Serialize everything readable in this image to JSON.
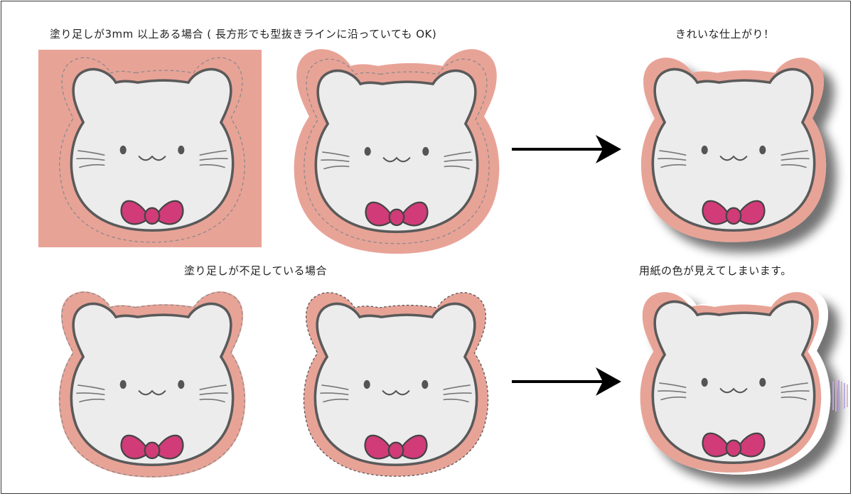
{
  "captions": {
    "top_left": "塗り足しが3mm 以上ある場合 ( 長方形でも型抜きラインに沿っていても OK)",
    "top_right": "きれいな仕上がり！",
    "bottom_left": "塗り足しが不足している場合",
    "bottom_right": "用紙の色が見えてしまいます。"
  },
  "colors": {
    "bleed": "#e8a397",
    "face": "#ececec",
    "outline": "#5a5a5a",
    "bow": "#d03b78",
    "cut_line": "#8a8a8a",
    "arrow": "#000000"
  },
  "icons": [
    "cat-face-icon",
    "bow-icon",
    "arrow-right-icon"
  ]
}
